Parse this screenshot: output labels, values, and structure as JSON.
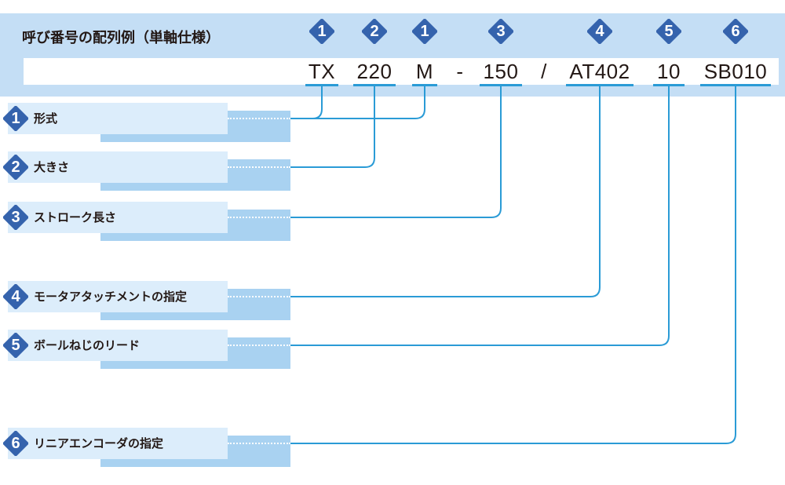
{
  "title": "呼び番号の配列例（単軸仕様）",
  "colors": {
    "accent": "#2a9bd6",
    "badge": "#3563ad",
    "header_band": "#c4def5",
    "label_front": "#dcedfb",
    "label_back": "#a9d2f1"
  },
  "code_segments": [
    {
      "text": "TX",
      "badge": "1",
      "kind": "code"
    },
    {
      "text": "220",
      "badge": "2",
      "kind": "code"
    },
    {
      "text": "M",
      "badge": "1",
      "kind": "code"
    },
    {
      "text": "-",
      "badge": "",
      "kind": "sep"
    },
    {
      "text": "150",
      "badge": "3",
      "kind": "code"
    },
    {
      "text": "/",
      "badge": "",
      "kind": "sep"
    },
    {
      "text": "AT402",
      "badge": "4",
      "kind": "code"
    },
    {
      "text": "10",
      "badge": "5",
      "kind": "code"
    },
    {
      "text": "SB010",
      "badge": "6",
      "kind": "code"
    }
  ],
  "items": [
    {
      "number": "1",
      "label": "形式"
    },
    {
      "number": "2",
      "label": "大きさ"
    },
    {
      "number": "3",
      "label": "ストローク長さ"
    },
    {
      "number": "4",
      "label": "モータアタッチメントの指定"
    },
    {
      "number": "5",
      "label": "ボールねじのリード"
    },
    {
      "number": "6",
      "label": "リニアエンコーダの指定"
    }
  ]
}
